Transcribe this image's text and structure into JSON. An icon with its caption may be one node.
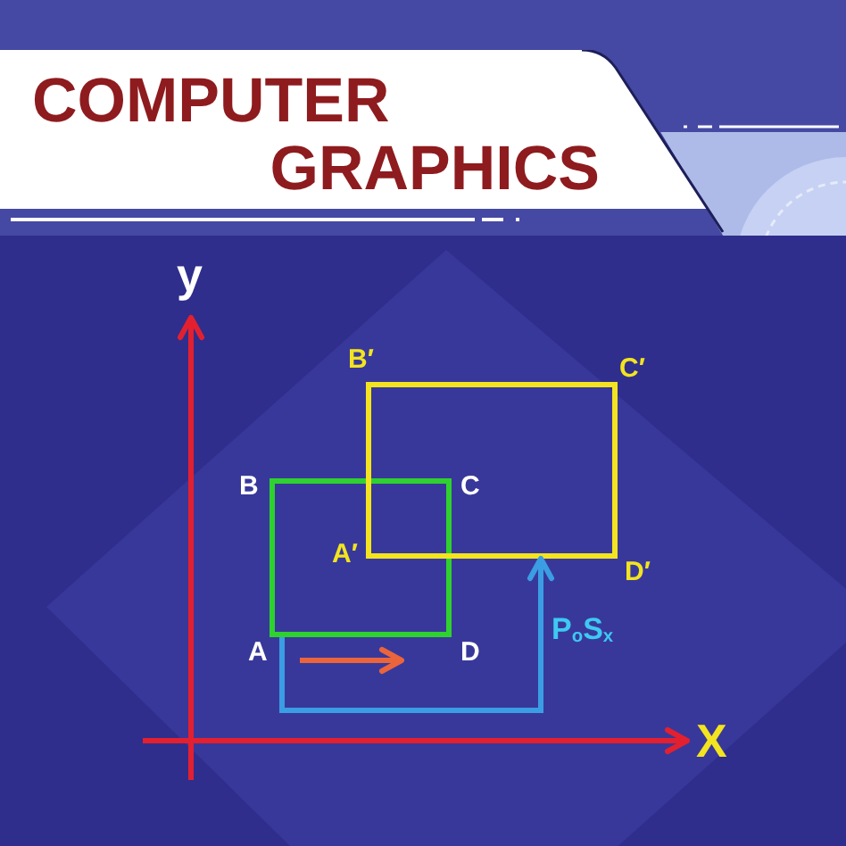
{
  "diagram": {
    "title": "COMPUTER GRAPHICS",
    "nodes": [
      {
        "text": [],
        "shape": "box",
        "beside": [
          "B",
          "C",
          "A",
          "D"
        ]
      },
      {
        "text": [],
        "shape": "box",
        "beside": [
          "B′",
          "C′",
          "A′",
          "D′"
        ]
      }
    ],
    "edges": [
      {
        "from": 0,
        "to": 1,
        "arrow": "to",
        "label": "P$_{o}$S$_{x}$"
      }
    ],
    "labels": [
      "y",
      "X"
    ]
  }
}
